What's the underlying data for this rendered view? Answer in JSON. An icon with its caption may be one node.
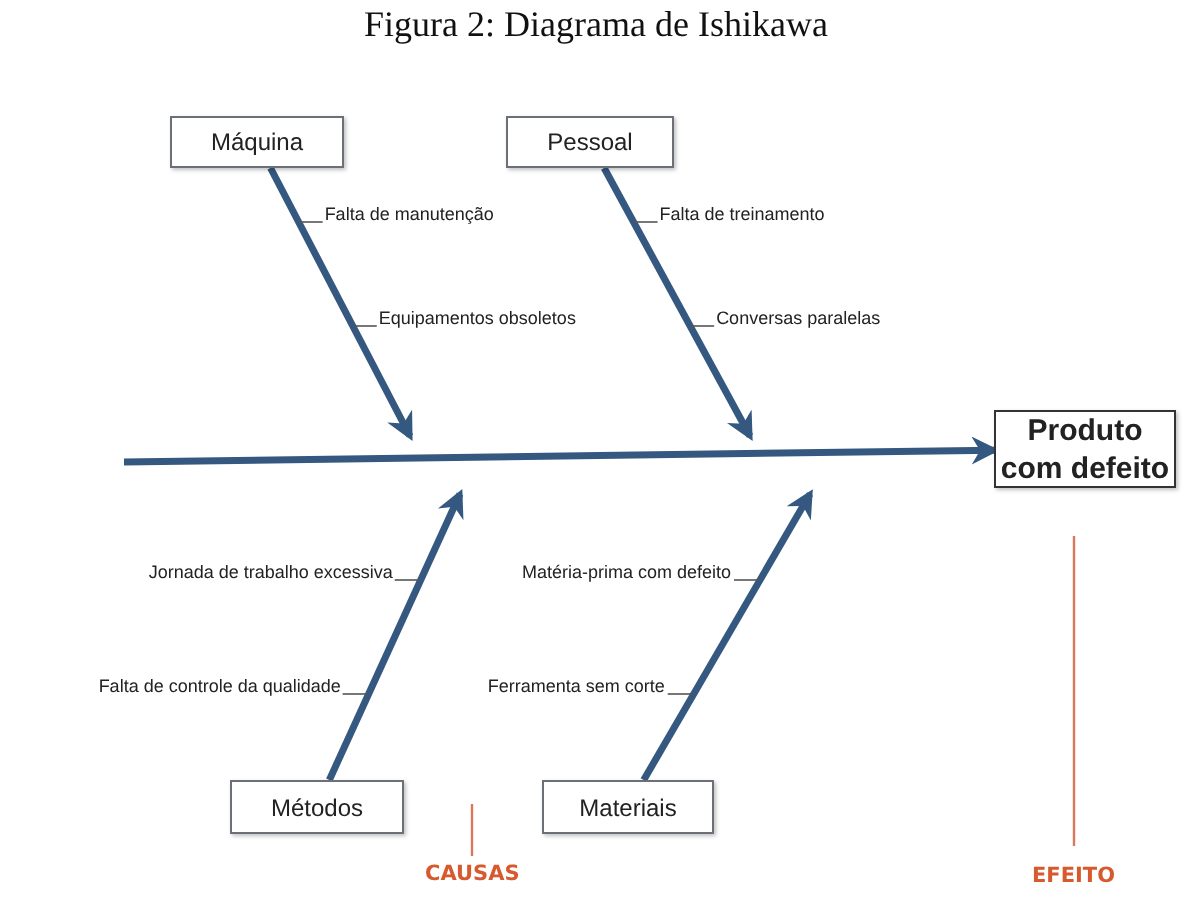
{
  "diagram": {
    "title": "Figura 2: Diagrama de Ishikawa",
    "nodes": [
      {
        "text": [
          "Máquina"
        ]
      },
      {
        "text": [
          "Pessoal"
        ]
      },
      {
        "text": [
          "Métodos"
        ]
      },
      {
        "text": [
          "Materiais"
        ]
      },
      {
        "text": [
          "Produto com defeito"
        ]
      },
      {
        "text": [
          "Falta de manutenção"
        ]
      },
      {
        "text": [
          "Equipamentos obsoletos"
        ]
      },
      {
        "text": [
          "Falta de treinamento"
        ]
      },
      {
        "text": [
          "Conversas paralelas"
        ]
      },
      {
        "text": [
          "Jornada de trabalho excessiva"
        ]
      },
      {
        "text": [
          "Falta de controle da qualidade"
        ]
      },
      {
        "text": [
          "Matéria-prima com defeito"
        ]
      },
      {
        "text": [
          "Ferramenta sem corte"
        ]
      }
    ],
    "edges": [
      {
        "from": null,
        "to": 4,
        "arrow": "to",
        "style": "thick",
        "color": "#34587f"
      },
      {
        "from": 0,
        "to": null,
        "arrow": "to",
        "style": "thick",
        "color": "#34587f"
      },
      {
        "from": 1,
        "to": null,
        "arrow": "to",
        "style": "thick",
        "color": "#34587f"
      },
      {
        "from": 2,
        "to": null,
        "arrow": "to",
        "style": "thick",
        "color": "#34587f"
      },
      {
        "from": 3,
        "to": null,
        "arrow": "to",
        "style": "thick",
        "color": "#34587f"
      },
      {
        "from": 5,
        "to": null,
        "arrow": "none"
      },
      {
        "from": 6,
        "to": null,
        "arrow": "none"
      },
      {
        "from": 7,
        "to": null,
        "arrow": "none"
      },
      {
        "from": 8,
        "to": null,
        "arrow": "none"
      },
      {
        "from": 9,
        "to": null,
        "arrow": "none"
      },
      {
        "from": 10,
        "to": null,
        "arrow": "none"
      },
      {
        "from": 11,
        "to": null,
        "arrow": "none"
      },
      {
        "from": 12,
        "to": null,
        "arrow": "none"
      }
    ],
    "labels": [
      "CAUSAS",
      "EFEITO"
    ]
  }
}
